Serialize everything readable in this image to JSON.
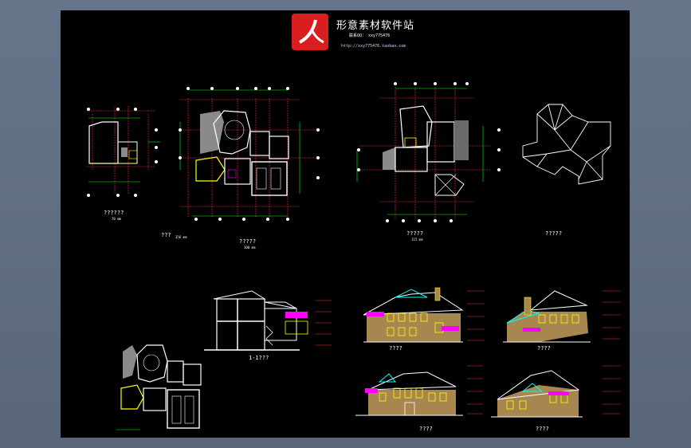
{
  "logo": {
    "title": "形意素材软件站",
    "contact": "联系QQ：  xxy775476",
    "url": "http://xxy775476.taobao.com"
  },
  "captions": {
    "plan_left_small": "??????",
    "plan_left_small_scale": "70 mm",
    "plan_main_label": "???",
    "plan_main_label_scale": "356 mm",
    "plan_main": "?????",
    "plan_main_scale": "300 mm",
    "plan_second": "?????",
    "plan_second_scale": "115 mm",
    "roof_plan": "?????",
    "section": "1-1???",
    "elev_front": "????",
    "elev_side_right": "????",
    "elev_rear": "????",
    "elev_side_left": "????"
  },
  "colors": {
    "sheet_bg": "#000000",
    "wall": "#ffffff",
    "dimension": "#ff3030",
    "grid_axis": "#00ff00",
    "hatch": "#9a9a9a",
    "facade": "#a8864f",
    "window": "#ffff00",
    "balcony": "#ff00ff",
    "roof_trim": "#00ffff",
    "logo_red": "#d81e1e"
  }
}
